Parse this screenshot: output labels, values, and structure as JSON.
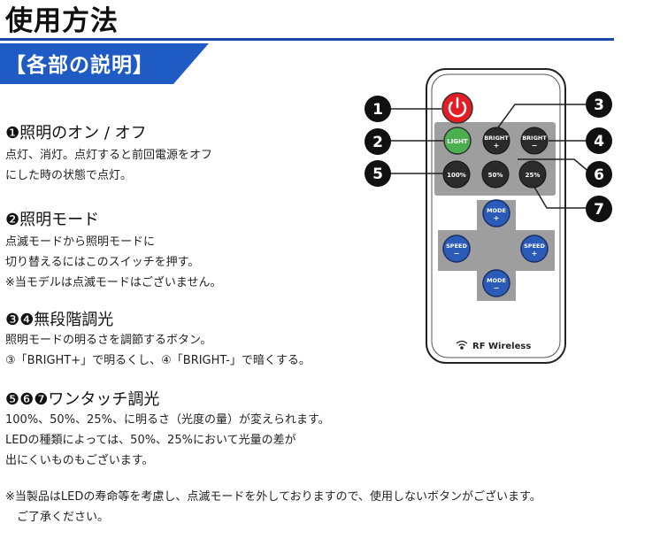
{
  "title": "使用方法",
  "banner": "【各部の説明】",
  "sections": [
    {
      "heading": "❶照明のオン / オフ",
      "lines": [
        "点灯、消灯。点灯すると前回電源をオフ",
        "にした時の状態で点灯。"
      ]
    },
    {
      "heading": "❷照明モード",
      "lines": [
        "点滅モードから照明モードに",
        "切り替えるにはこのスイッチを押す。",
        "※当モデルは点滅モードはございません。"
      ]
    },
    {
      "heading": "❸❹無段階調光",
      "lines": [
        "照明モードの明るさを調節するボタン。",
        "③「BRIGHT+」で明るくし、④「BRIGHT-」で暗くする。"
      ]
    },
    {
      "heading": "❺❻❼ワンタッチ調光",
      "lines": [
        "100%、50%、25%、に明るさ（光度の量）が変えられます。",
        "LEDの種類によっては、50%、25%において光量の差が",
        "出にくいものもございます。"
      ]
    }
  ],
  "note": [
    "※当製品はLEDの寿命等を考慮し、点滅モードを外しておりますので、使用しないボタンがございます。",
    "　ご了承ください。"
  ],
  "remote": {
    "buttons": {
      "light": "LIGHT",
      "bright_plus": [
        "BRIGHT",
        "+"
      ],
      "bright_minus": [
        "BRIGHT",
        "−"
      ],
      "p100": "100%",
      "p50": "50%",
      "p25": "25%",
      "mode_plus": [
        "MODE",
        "+"
      ],
      "mode_minus": [
        "MODE",
        "−"
      ],
      "speed_minus": [
        "SPEED",
        "−"
      ],
      "speed_plus": [
        "SPEED",
        "+"
      ]
    },
    "brand": "RF Wireless",
    "callouts": [
      "1",
      "2",
      "3",
      "4",
      "5",
      "6",
      "7"
    ]
  },
  "colors": {
    "accent": "#1a49a8",
    "banner": "#1f5bc4",
    "power": "#e51c23",
    "light": "#4caf4f",
    "speed_mode": "#2a5bb8"
  }
}
